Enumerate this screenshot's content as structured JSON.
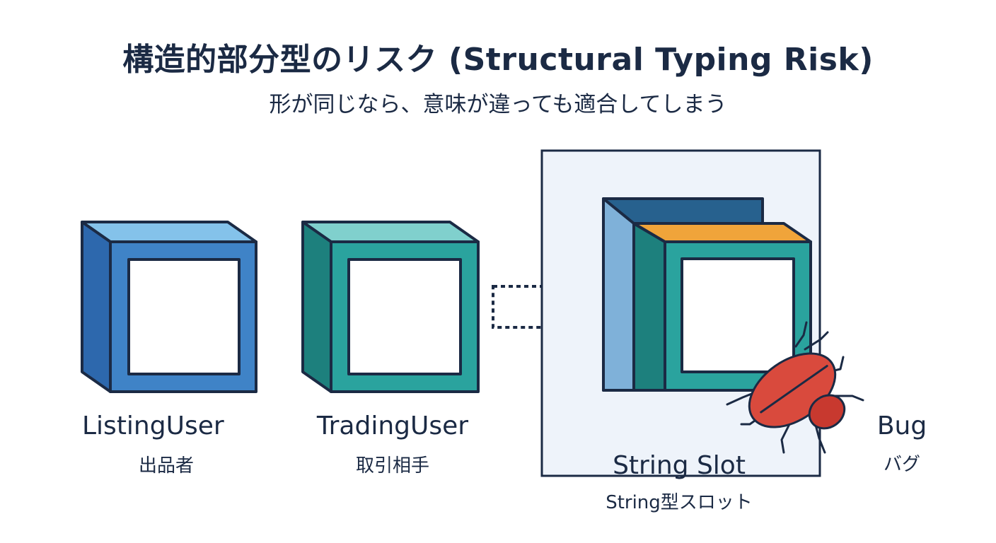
{
  "title": "構造的部分型のリスク (Structural Typing Risk)",
  "subtitle": "形が同じなら、意味が違っても適合してしまう",
  "items": [
    {
      "name": "ListingUser",
      "sub": "出品者"
    },
    {
      "name": "TradingUser",
      "sub": "取引相手"
    },
    {
      "name": "String Slot",
      "sub": "String型スロット"
    },
    {
      "name": "Bug",
      "sub": "バグ"
    }
  ],
  "colors": {
    "blue_front": "#3f83c7",
    "blue_top": "#84c2ea",
    "blue_side": "#2d68ad",
    "teal_front": "#2aa39e",
    "teal_top": "#80d0cd",
    "teal_side": "#1d807d",
    "slot_bg": "#eef3fa",
    "slot_back": "#27618e",
    "slot_left": "#7fb1d9",
    "slot_orange": "#f0a43a",
    "bug_red": "#d94a3d",
    "outline": "#1b2a44"
  }
}
